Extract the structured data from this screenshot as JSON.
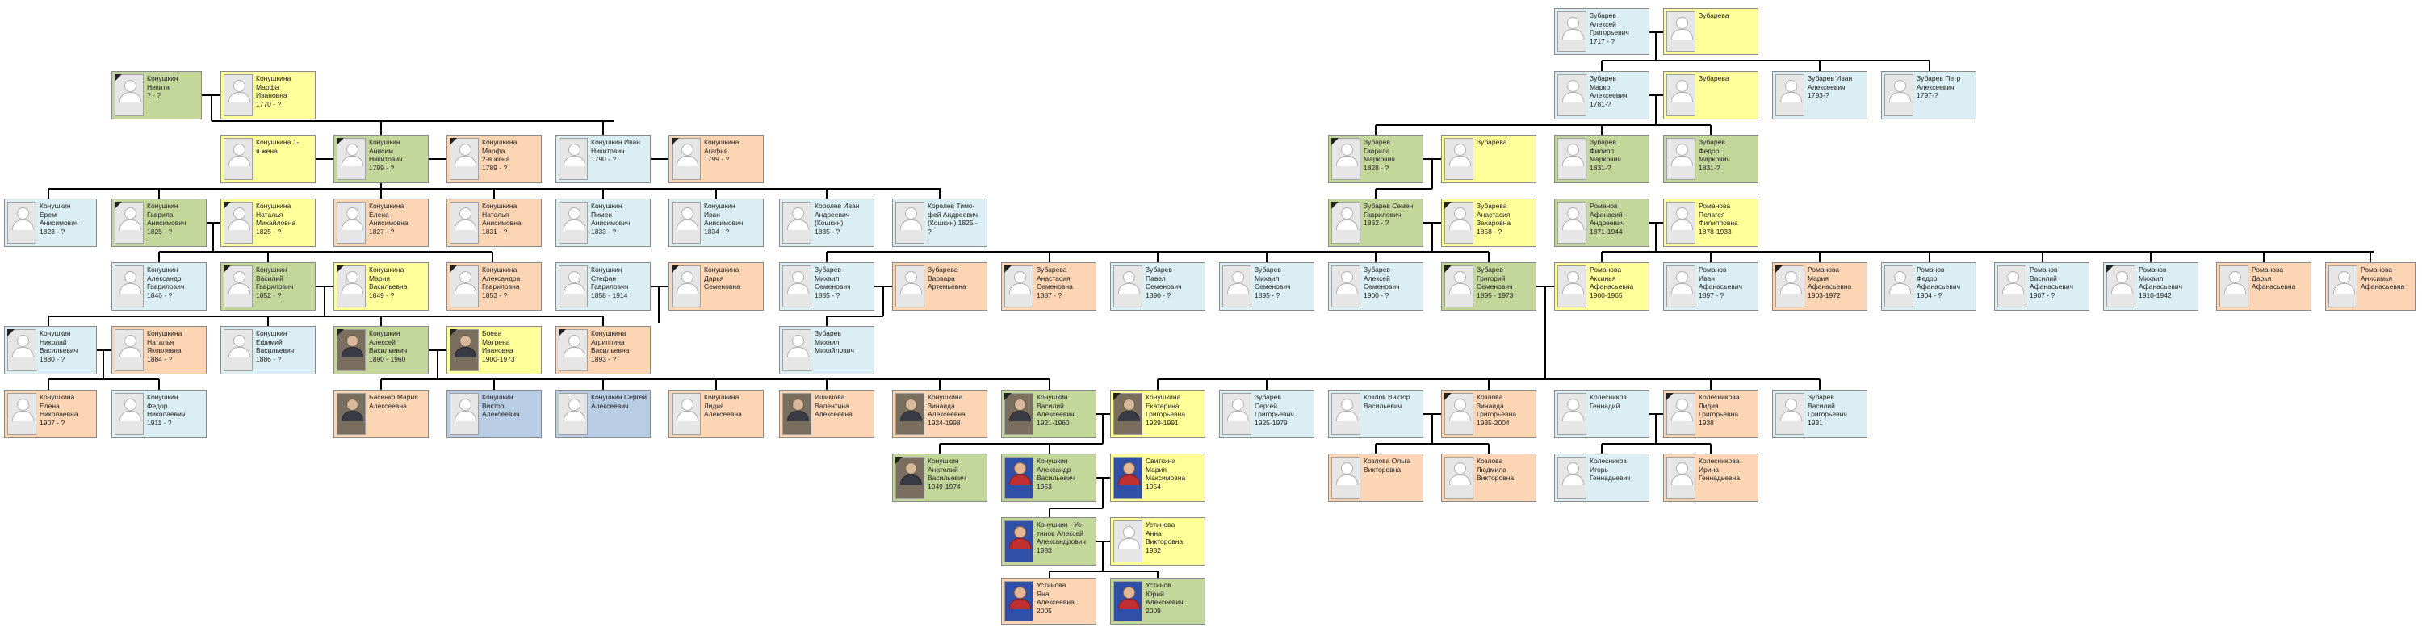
{
  "colors": {
    "green": "#c4d79b",
    "yellow": "#ffff99",
    "blue": "#daeef3",
    "peach": "#fcd5b4",
    "lblue": "#b8cce4",
    "line": "#000000"
  },
  "cards": [
    {
      "id": "c1",
      "lines": [
        "Конушкин",
        "Никита",
        "? - ?"
      ],
      "color": "green",
      "photo": "placeholder",
      "ribbon": true
    },
    {
      "id": "c2",
      "lines": [
        "Конушкина",
        "Марфа",
        "Ивановна",
        "1770 - ?"
      ],
      "color": "yellow",
      "photo": "placeholder",
      "ribbon": false
    },
    {
      "id": "c3",
      "lines": [
        "Конушкина 1-",
        "я жена"
      ],
      "color": "yellow",
      "photo": "placeholder",
      "ribbon": false
    },
    {
      "id": "c4",
      "lines": [
        "Конушкин",
        "Анисим",
        "Никитович",
        "1799 - ?"
      ],
      "color": "green",
      "photo": "placeholder",
      "ribbon": true
    },
    {
      "id": "c5",
      "lines": [
        "Конушкина",
        "Марфа",
        "2-я жена",
        "1789 - ?"
      ],
      "color": "peach",
      "photo": "placeholder",
      "ribbon": true
    },
    {
      "id": "c6",
      "lines": [
        "Конушкин Иван",
        "Никитович",
        "1790 - ?"
      ],
      "color": "blue",
      "photo": "placeholder",
      "ribbon": false
    },
    {
      "id": "c7",
      "lines": [
        "Конушкина",
        "Агафья",
        "1799 - ?"
      ],
      "color": "peach",
      "photo": "placeholder",
      "ribbon": true
    },
    {
      "id": "c8",
      "lines": [
        "Конушкин",
        "Ерем",
        "Анисимович",
        "1823 - ?"
      ],
      "color": "blue",
      "photo": "placeholder",
      "ribbon": false
    },
    {
      "id": "c9",
      "lines": [
        "Конушкин",
        "Гаврила",
        "Анисимович",
        "1825 - ?"
      ],
      "color": "green",
      "photo": "placeholder",
      "ribbon": true
    },
    {
      "id": "c10",
      "lines": [
        "Конушкина",
        "Наталья",
        "Михайловна",
        "1825 - ?"
      ],
      "color": "yellow",
      "photo": "placeholder",
      "ribbon": true
    },
    {
      "id": "c11",
      "lines": [
        "Конушкина",
        "Елена",
        "Анисимовна",
        "1827 - ?"
      ],
      "color": "peach",
      "photo": "placeholder",
      "ribbon": false
    },
    {
      "id": "c12",
      "lines": [
        "Конушкина",
        "Наталья",
        "Анисимовна",
        "1831 - ?"
      ],
      "color": "peach",
      "photo": "placeholder",
      "ribbon": false
    },
    {
      "id": "c13",
      "lines": [
        "Конушкин",
        "Пимен",
        "Анисимович",
        "1833 - ?"
      ],
      "color": "blue",
      "photo": "placeholder",
      "ribbon": false
    },
    {
      "id": "c14",
      "lines": [
        "Конушкин",
        "Иван",
        "Анисимович",
        "1834 - ?"
      ],
      "color": "blue",
      "photo": "placeholder",
      "ribbon": false
    },
    {
      "id": "c15",
      "lines": [
        "Королев Иван",
        "Андреевич",
        "(Кошкин)",
        "1835 - ?"
      ],
      "color": "blue",
      "photo": "placeholder",
      "ribbon": false
    },
    {
      "id": "c16",
      "lines": [
        "Королев Тимо-",
        "фей Андреевич",
        "(Кошкин) 1825 -",
        "?"
      ],
      "color": "blue",
      "photo": "placeholder",
      "ribbon": false
    },
    {
      "id": "c17",
      "lines": [
        "Конушкин",
        "Александр",
        "Гаврилович",
        "1846 - ?"
      ],
      "color": "blue",
      "photo": "placeholder",
      "ribbon": false
    },
    {
      "id": "c18",
      "lines": [
        "Конушкин",
        "Василий",
        "Гаврилович",
        "1852 - ?"
      ],
      "color": "green",
      "photo": "placeholder",
      "ribbon": true
    },
    {
      "id": "c19",
      "lines": [
        "Конушкина",
        "Мария",
        "Васильевна",
        "1849 - ?"
      ],
      "color": "yellow",
      "photo": "placeholder",
      "ribbon": true
    },
    {
      "id": "c20",
      "lines": [
        "Конушкина",
        "Александра",
        "Гавриловна",
        "1853 - ?"
      ],
      "color": "peach",
      "photo": "placeholder",
      "ribbon": true
    },
    {
      "id": "c21",
      "lines": [
        "Конушкин",
        "Стефан",
        "Гаврилович",
        "1858 - 1914"
      ],
      "color": "blue",
      "photo": "placeholder",
      "ribbon": false
    },
    {
      "id": "c22",
      "lines": [
        "Конушкина",
        "Дарья",
        "Семеновна"
      ],
      "color": "peach",
      "photo": "placeholder",
      "ribbon": true
    },
    {
      "id": "c23",
      "lines": [
        "Зубарев",
        "Михаил",
        "Семенович",
        "1885 - ?"
      ],
      "color": "blue",
      "photo": "placeholder",
      "ribbon": false
    },
    {
      "id": "c24",
      "lines": [
        "Зубарева",
        "Варвара",
        "Артемьевна"
      ],
      "color": "peach",
      "photo": "placeholder",
      "ribbon": false
    },
    {
      "id": "c25",
      "lines": [
        "Зубарева",
        "Анастасия",
        "Семеновна",
        "1887 - ?"
      ],
      "color": "peach",
      "photo": "placeholder",
      "ribbon": true
    },
    {
      "id": "c26",
      "lines": [
        "Зубарев",
        "Павел",
        "Семенович",
        "1890 - ?"
      ],
      "color": "blue",
      "photo": "placeholder",
      "ribbon": false
    },
    {
      "id": "c27",
      "lines": [
        "Зубарев",
        "Михаил",
        "Семенович",
        "1895 - ?"
      ],
      "color": "blue",
      "photo": "placeholder",
      "ribbon": false
    },
    {
      "id": "c28",
      "lines": [
        "Зубарев",
        "Алексей",
        "Семенович",
        "1900 - ?"
      ],
      "color": "blue",
      "photo": "placeholder",
      "ribbon": false
    },
    {
      "id": "c29",
      "lines": [
        "Зубарев",
        "Григорий",
        "Семенович",
        "1895 - 1973"
      ],
      "color": "green",
      "photo": "placeholder",
      "ribbon": true
    },
    {
      "id": "c30",
      "lines": [
        "Конушкин",
        "Николай",
        "Васильевич",
        "1880 - ?"
      ],
      "color": "blue",
      "photo": "placeholder",
      "ribbon": true
    },
    {
      "id": "c31",
      "lines": [
        "Конушкина",
        "Наталья",
        "Яковлевна",
        "1884 - ?"
      ],
      "color": "peach",
      "photo": "placeholder",
      "ribbon": false
    },
    {
      "id": "c32",
      "lines": [
        "Конушкин",
        "Ефимий",
        "Васильевич",
        "1886 - ?"
      ],
      "color": "blue",
      "photo": "placeholder",
      "ribbon": false
    },
    {
      "id": "c33",
      "lines": [
        "Конушкин",
        "Алексей",
        "Васильевич",
        "1890 - 1960"
      ],
      "color": "green",
      "photo": "real",
      "ribbon": true
    },
    {
      "id": "c34",
      "lines": [
        "Боева",
        "Матрена",
        "Ивановна",
        "1900-1973"
      ],
      "color": "yellow",
      "photo": "real",
      "ribbon": true
    },
    {
      "id": "c35",
      "lines": [
        "Конушкина",
        "Агриппина",
        "Васильевна",
        "1893 - ?"
      ],
      "color": "peach",
      "photo": "placeholder",
      "ribbon": true
    },
    {
      "id": "c36",
      "lines": [
        "Зубарев",
        "Михаил",
        "Михайлович"
      ],
      "color": "blue",
      "photo": "placeholder",
      "ribbon": false
    },
    {
      "id": "c37",
      "lines": [
        "Конушкина",
        "Елена",
        "Николаевна",
        "1907 - ?"
      ],
      "color": "peach",
      "photo": "placeholder",
      "ribbon": false
    },
    {
      "id": "c38",
      "lines": [
        "Конушкин",
        "Федор",
        "Николаевич",
        "1911 - ?"
      ],
      "color": "blue",
      "photo": "placeholder",
      "ribbon": false
    },
    {
      "id": "c39",
      "lines": [
        "Басенко Мария",
        "Алексеевна"
      ],
      "color": "peach",
      "photo": "real",
      "ribbon": false
    },
    {
      "id": "c40",
      "lines": [
        "Конушкин",
        "Виктор",
        "Алексеевич"
      ],
      "color": "lblue",
      "photo": "placeholder",
      "ribbon": false
    },
    {
      "id": "c41",
      "lines": [
        "Конушкин Сергей",
        "Алексеевич"
      ],
      "color": "lblue",
      "photo": "placeholder",
      "ribbon": false
    },
    {
      "id": "c42",
      "lines": [
        "Конушкина",
        "Лидия",
        "Алексеевна"
      ],
      "color": "peach",
      "photo": "placeholder",
      "ribbon": false
    },
    {
      "id": "c43",
      "lines": [
        "Ишимова",
        "Валентина",
        "Алексеевна"
      ],
      "color": "peach",
      "photo": "real",
      "ribbon": false
    },
    {
      "id": "c44",
      "lines": [
        "Конушкина",
        "Зинаида",
        "Алексеевна",
        "1924-1998"
      ],
      "color": "peach",
      "photo": "real",
      "ribbon": false
    },
    {
      "id": "c45",
      "lines": [
        "Конушкин",
        "Василий",
        "Алексеевич",
        "1921-1960"
      ],
      "color": "green",
      "photo": "real",
      "ribbon": true
    },
    {
      "id": "c46",
      "lines": [
        "Конушкина",
        "Екатерина",
        "Григорьевна",
        "1929-1991"
      ],
      "color": "yellow",
      "photo": "real",
      "ribbon": true
    },
    {
      "id": "c47",
      "lines": [
        "Зубарев",
        "Сергей",
        "Григорьевич",
        "1925-1979"
      ],
      "color": "blue",
      "photo": "placeholder",
      "ribbon": false
    },
    {
      "id": "c48",
      "lines": [
        "Козлов Виктор",
        "Васильевич"
      ],
      "color": "blue",
      "photo": "placeholder",
      "ribbon": false
    },
    {
      "id": "c49",
      "lines": [
        "Козлова",
        "Зинаида",
        "Григорьевна",
        "1935-2004"
      ],
      "color": "peach",
      "photo": "placeholder",
      "ribbon": true
    },
    {
      "id": "c50",
      "lines": [
        "Колесников",
        "Геннадий"
      ],
      "color": "blue",
      "photo": "placeholder",
      "ribbon": false
    },
    {
      "id": "c51",
      "lines": [
        "Колесникова",
        "Лидия",
        "Григорьевна",
        "1938"
      ],
      "color": "peach",
      "photo": "placeholder",
      "ribbon": true
    },
    {
      "id": "c52",
      "lines": [
        "Зубарев",
        "Василий",
        "Григорьевич",
        "1931"
      ],
      "color": "blue",
      "photo": "placeholder",
      "ribbon": false
    },
    {
      "id": "c53",
      "lines": [
        "Конушкин",
        "Анатолий",
        "Васильевич",
        "1949-1974"
      ],
      "color": "green",
      "photo": "real",
      "ribbon": true
    },
    {
      "id": "c54",
      "lines": [
        "Конушкин",
        "Александр",
        "Васильевич",
        "1953"
      ],
      "color": "green",
      "photo": "color",
      "ribbon": false
    },
    {
      "id": "c55",
      "lines": [
        "Свиткина",
        "Мария",
        "Максимовна",
        "1954"
      ],
      "color": "yellow",
      "photo": "color",
      "ribbon": false
    },
    {
      "id": "c56",
      "lines": [
        "Козлова Ольга",
        "Викторовна"
      ],
      "color": "peach",
      "photo": "placeholder",
      "ribbon": false
    },
    {
      "id": "c57",
      "lines": [
        "Козлова",
        "Людмила",
        "Викторовна"
      ],
      "color": "peach",
      "photo": "placeholder",
      "ribbon": false
    },
    {
      "id": "c58",
      "lines": [
        "Колесников",
        "Игорь",
        "Геннадьевич"
      ],
      "color": "blue",
      "photo": "placeholder",
      "ribbon": false
    },
    {
      "id": "c59",
      "lines": [
        "Колесникова",
        "Ирина",
        "Геннадьевна"
      ],
      "color": "peach",
      "photo": "placeholder",
      "ribbon": false
    },
    {
      "id": "c60",
      "lines": [
        "Конушкин - Ус-",
        "тинов Алексей",
        "Александрович",
        "1983"
      ],
      "color": "green",
      "photo": "color",
      "ribbon": false
    },
    {
      "id": "c61",
      "lines": [
        "Устинова",
        "Анна",
        "Викторовна",
        "1982"
      ],
      "color": "yellow",
      "photo": "placeholder",
      "ribbon": false
    },
    {
      "id": "c62",
      "lines": [
        "Устинова",
        "Яна",
        "Алексеевна",
        "2005"
      ],
      "color": "peach",
      "photo": "color",
      "ribbon": false
    },
    {
      "id": "c63",
      "lines": [
        "Устинов",
        "Юрий",
        "Алексеевич",
        "2009"
      ],
      "color": "green",
      "photo": "color",
      "ribbon": false
    },
    {
      "id": "c64",
      "lines": [
        "Зубарев",
        "Алексей",
        "Григорьевич",
        "1717 - ?"
      ],
      "color": "blue",
      "photo": "placeholder",
      "ribbon": false
    },
    {
      "id": "c65",
      "lines": [
        "Зубарева"
      ],
      "color": "yellow",
      "photo": "placeholder",
      "ribbon": false
    },
    {
      "id": "c66",
      "lines": [
        "Зубарев",
        "Марко",
        "Алексеевич",
        "1781-?"
      ],
      "color": "blue",
      "photo": "placeholder",
      "ribbon": false
    },
    {
      "id": "c67",
      "lines": [
        "Зубарева"
      ],
      "color": "yellow",
      "photo": "placeholder",
      "ribbon": false
    },
    {
      "id": "c68",
      "lines": [
        "Зубарев Иван",
        "Алексеевич",
        "1793-?"
      ],
      "color": "blue",
      "photo": "placeholder",
      "ribbon": false
    },
    {
      "id": "c69",
      "lines": [
        "Зубарев Петр",
        "Алексеевич",
        "1797-?"
      ],
      "color": "blue",
      "photo": "placeholder",
      "ribbon": false
    },
    {
      "id": "c70",
      "lines": [
        "Зубарев",
        "Гаврила",
        "Маркович",
        "1828 - ?"
      ],
      "color": "green",
      "photo": "placeholder",
      "ribbon": true
    },
    {
      "id": "c71",
      "lines": [
        "Зубарева"
      ],
      "color": "yellow",
      "photo": "placeholder",
      "ribbon": false
    },
    {
      "id": "c72",
      "lines": [
        "Зубарев",
        "Филипп",
        "Маркович",
        "1831-?"
      ],
      "color": "green",
      "photo": "placeholder",
      "ribbon": false
    },
    {
      "id": "c73",
      "lines": [
        "Зубарев",
        "Федор",
        "Маркович",
        "1831-?"
      ],
      "color": "green",
      "photo": "placeholder",
      "ribbon": false
    },
    {
      "id": "c74",
      "lines": [
        "Зубарев Семен",
        "Гаврилович",
        "1862 - ?"
      ],
      "color": "green",
      "photo": "placeholder",
      "ribbon": true
    },
    {
      "id": "c75",
      "lines": [
        "Зубарева",
        "Анастасия",
        "Захаровна",
        "1858 - ?"
      ],
      "color": "yellow",
      "photo": "placeholder",
      "ribbon": true
    },
    {
      "id": "c76",
      "lines": [
        "Романов",
        "Афанасий",
        "Андреевич",
        "1871-1944"
      ],
      "color": "green",
      "photo": "placeholder",
      "ribbon": false
    },
    {
      "id": "c77",
      "lines": [
        "Романова",
        "Пелагея",
        "Филипповна",
        "1878-1933"
      ],
      "color": "yellow",
      "photo": "placeholder",
      "ribbon": false
    },
    {
      "id": "c78",
      "lines": [
        "Романова",
        "Аксинья",
        "Афанасьевна",
        "1900-1965"
      ],
      "color": "yellow",
      "photo": "placeholder",
      "ribbon": false
    },
    {
      "id": "c79",
      "lines": [
        "Романов",
        "Иван",
        "Афанасьевич",
        "1897 - ?"
      ],
      "color": "blue",
      "photo": "placeholder",
      "ribbon": false
    },
    {
      "id": "c80",
      "lines": [
        "Романова",
        "Мария",
        "Афанасьевна",
        "1903-1972"
      ],
      "color": "peach",
      "photo": "placeholder",
      "ribbon": true
    },
    {
      "id": "c81",
      "lines": [
        "Романов",
        "Федор",
        "Афанасьевич",
        "1904 - ?"
      ],
      "color": "blue",
      "photo": "placeholder",
      "ribbon": false
    },
    {
      "id": "c82",
      "lines": [
        "Романов",
        "Василий",
        "Афанасьевич",
        "1907 - ?"
      ],
      "color": "blue",
      "photo": "placeholder",
      "ribbon": false
    },
    {
      "id": "c83",
      "lines": [
        "Романов",
        "Михаил",
        "Афанасьевич",
        "1910-1942"
      ],
      "color": "blue",
      "photo": "placeholder",
      "ribbon": true
    },
    {
      "id": "c84",
      "lines": [
        "Романова",
        "Дарья",
        "Афанасьевна"
      ],
      "color": "peach",
      "photo": "placeholder",
      "ribbon": false
    },
    {
      "id": "c85",
      "lines": [
        "Романова",
        "Анисимья",
        "Афанасьевна"
      ],
      "color": "peach",
      "photo": "placeholder",
      "ribbon": false
    }
  ]
}
